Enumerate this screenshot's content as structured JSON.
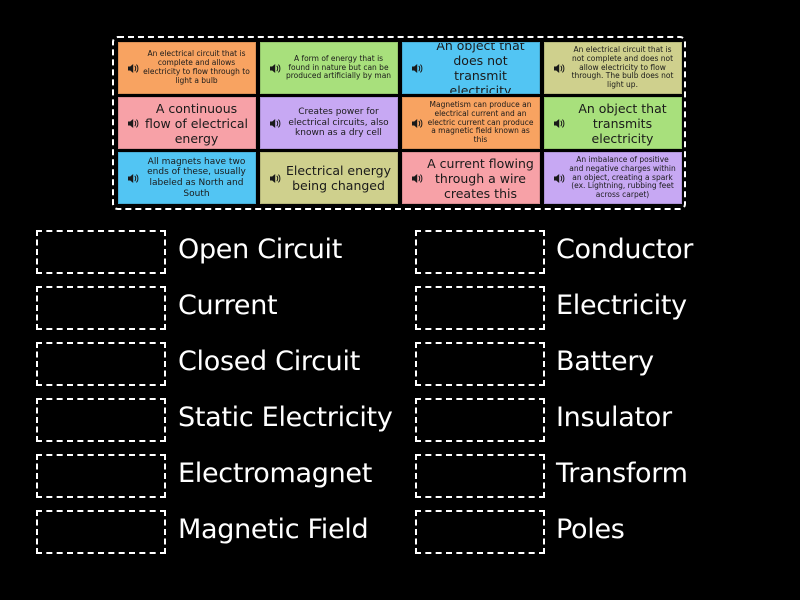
{
  "colors": {
    "background": "#000000",
    "orange": "#f8a361",
    "green": "#a8e07c",
    "blue": "#52c5f3",
    "pink": "#f7a1a7",
    "purple": "#c7a8f3",
    "yellow": "#cfd08d"
  },
  "cards": [
    {
      "text": "An electrical circuit that is complete and allows electricity to flow through to light a bulb",
      "color": "#f8a361",
      "icon": "speaker-icon"
    },
    {
      "text": "A form of energy that is found in nature but can be produced artificially by man",
      "color": "#a8e07c",
      "icon": "speaker-icon"
    },
    {
      "text": "An object that does not transmit electricity",
      "color": "#52c5f3",
      "icon": "speaker-icon"
    },
    {
      "text": "An electrical circuit that is not complete and does not allow electricity to flow through. The bulb does not light up.",
      "color": "#cfd08d",
      "icon": "speaker-icon"
    },
    {
      "text": "A continuous flow of electrical energy",
      "color": "#f7a1a7",
      "icon": "speaker-icon"
    },
    {
      "text": "Creates power for electrical circuits, also known as a dry cell",
      "color": "#c7a8f3",
      "icon": "speaker-icon"
    },
    {
      "text": "Magnetism can produce an electrical current and an electric current can produce a magnetic field known as this",
      "color": "#f8a361",
      "icon": "speaker-icon"
    },
    {
      "text": "An object that transmits electricity",
      "color": "#a8e07c",
      "icon": "speaker-icon"
    },
    {
      "text": "All magnets have two ends of these, usually labeled as North and South",
      "color": "#52c5f3",
      "icon": "speaker-icon"
    },
    {
      "text": "Electrical energy being changed",
      "color": "#cfd08d",
      "icon": "speaker-icon"
    },
    {
      "text": "A current flowing through a wire creates this",
      "color": "#f7a1a7",
      "icon": "speaker-icon"
    },
    {
      "text": "An imbalance of positive and negative charges within an object, creating a spark (ex. Lightning, rubbing feet across carpet)",
      "color": "#c7a8f3",
      "icon": "speaker-icon"
    }
  ],
  "terms_left": [
    "Open Circuit",
    "Current",
    "Closed Circuit",
    "Static Electricity",
    "Electromagnet",
    "Magnetic Field"
  ],
  "terms_right": [
    "Conductor",
    "Electricity",
    "Battery",
    "Insulator",
    "Transform",
    "Poles"
  ]
}
